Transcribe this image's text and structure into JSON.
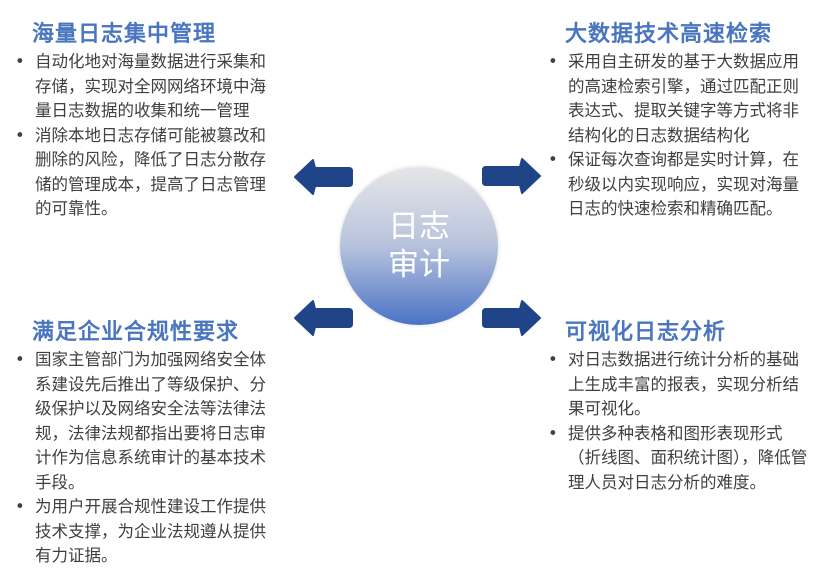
{
  "center": {
    "line1": "日志",
    "line2": "审计"
  },
  "colors": {
    "title": "#4a76c0",
    "arrow": "#1f4488",
    "text": "#404040"
  },
  "panels": [
    {
      "title": "海量日志集中管理",
      "bullets": [
        "自动化地对海量数据进行采集和存储，实现对全网网络环境中海量日志数据的收集和统一管理",
        "消除本地日志存储可能被篡改和删除的风险，降低了日志分散存储的管理成本，提高了日志管理的可靠性。"
      ]
    },
    {
      "title": "大数据技术高速检索",
      "bullets": [
        "采用自主研发的基于大数据应用的高速检索引擎，通过匹配正则表达式、提取关键字等方式将非结构化的日志数据结构化",
        "保证每次查询都是实时计算，在秒级以内实现响应，实现对海量日志的快速检索和精确匹配。"
      ]
    },
    {
      "title": "满足企业合规性要求",
      "bullets": [
        "国家主管部门为加强网络安全体系建设先后推出了等级保护、分级保护以及网络安全法等法律法规，法律法规都指出要将日志审计作为信息系统审计的基本技术手段。",
        "为用户开展合规性建设工作提供技术支撑，为企业法规遵从提供有力证据。"
      ]
    },
    {
      "title": "可视化日志分析",
      "bullets": [
        "对日志数据进行统计分析的基础上生成丰富的报表，实现分析结果可视化。",
        "提供多种表格和图形表现形式（折线图、面积统计图），降低管理人员对日志分析的难度。"
      ]
    }
  ]
}
